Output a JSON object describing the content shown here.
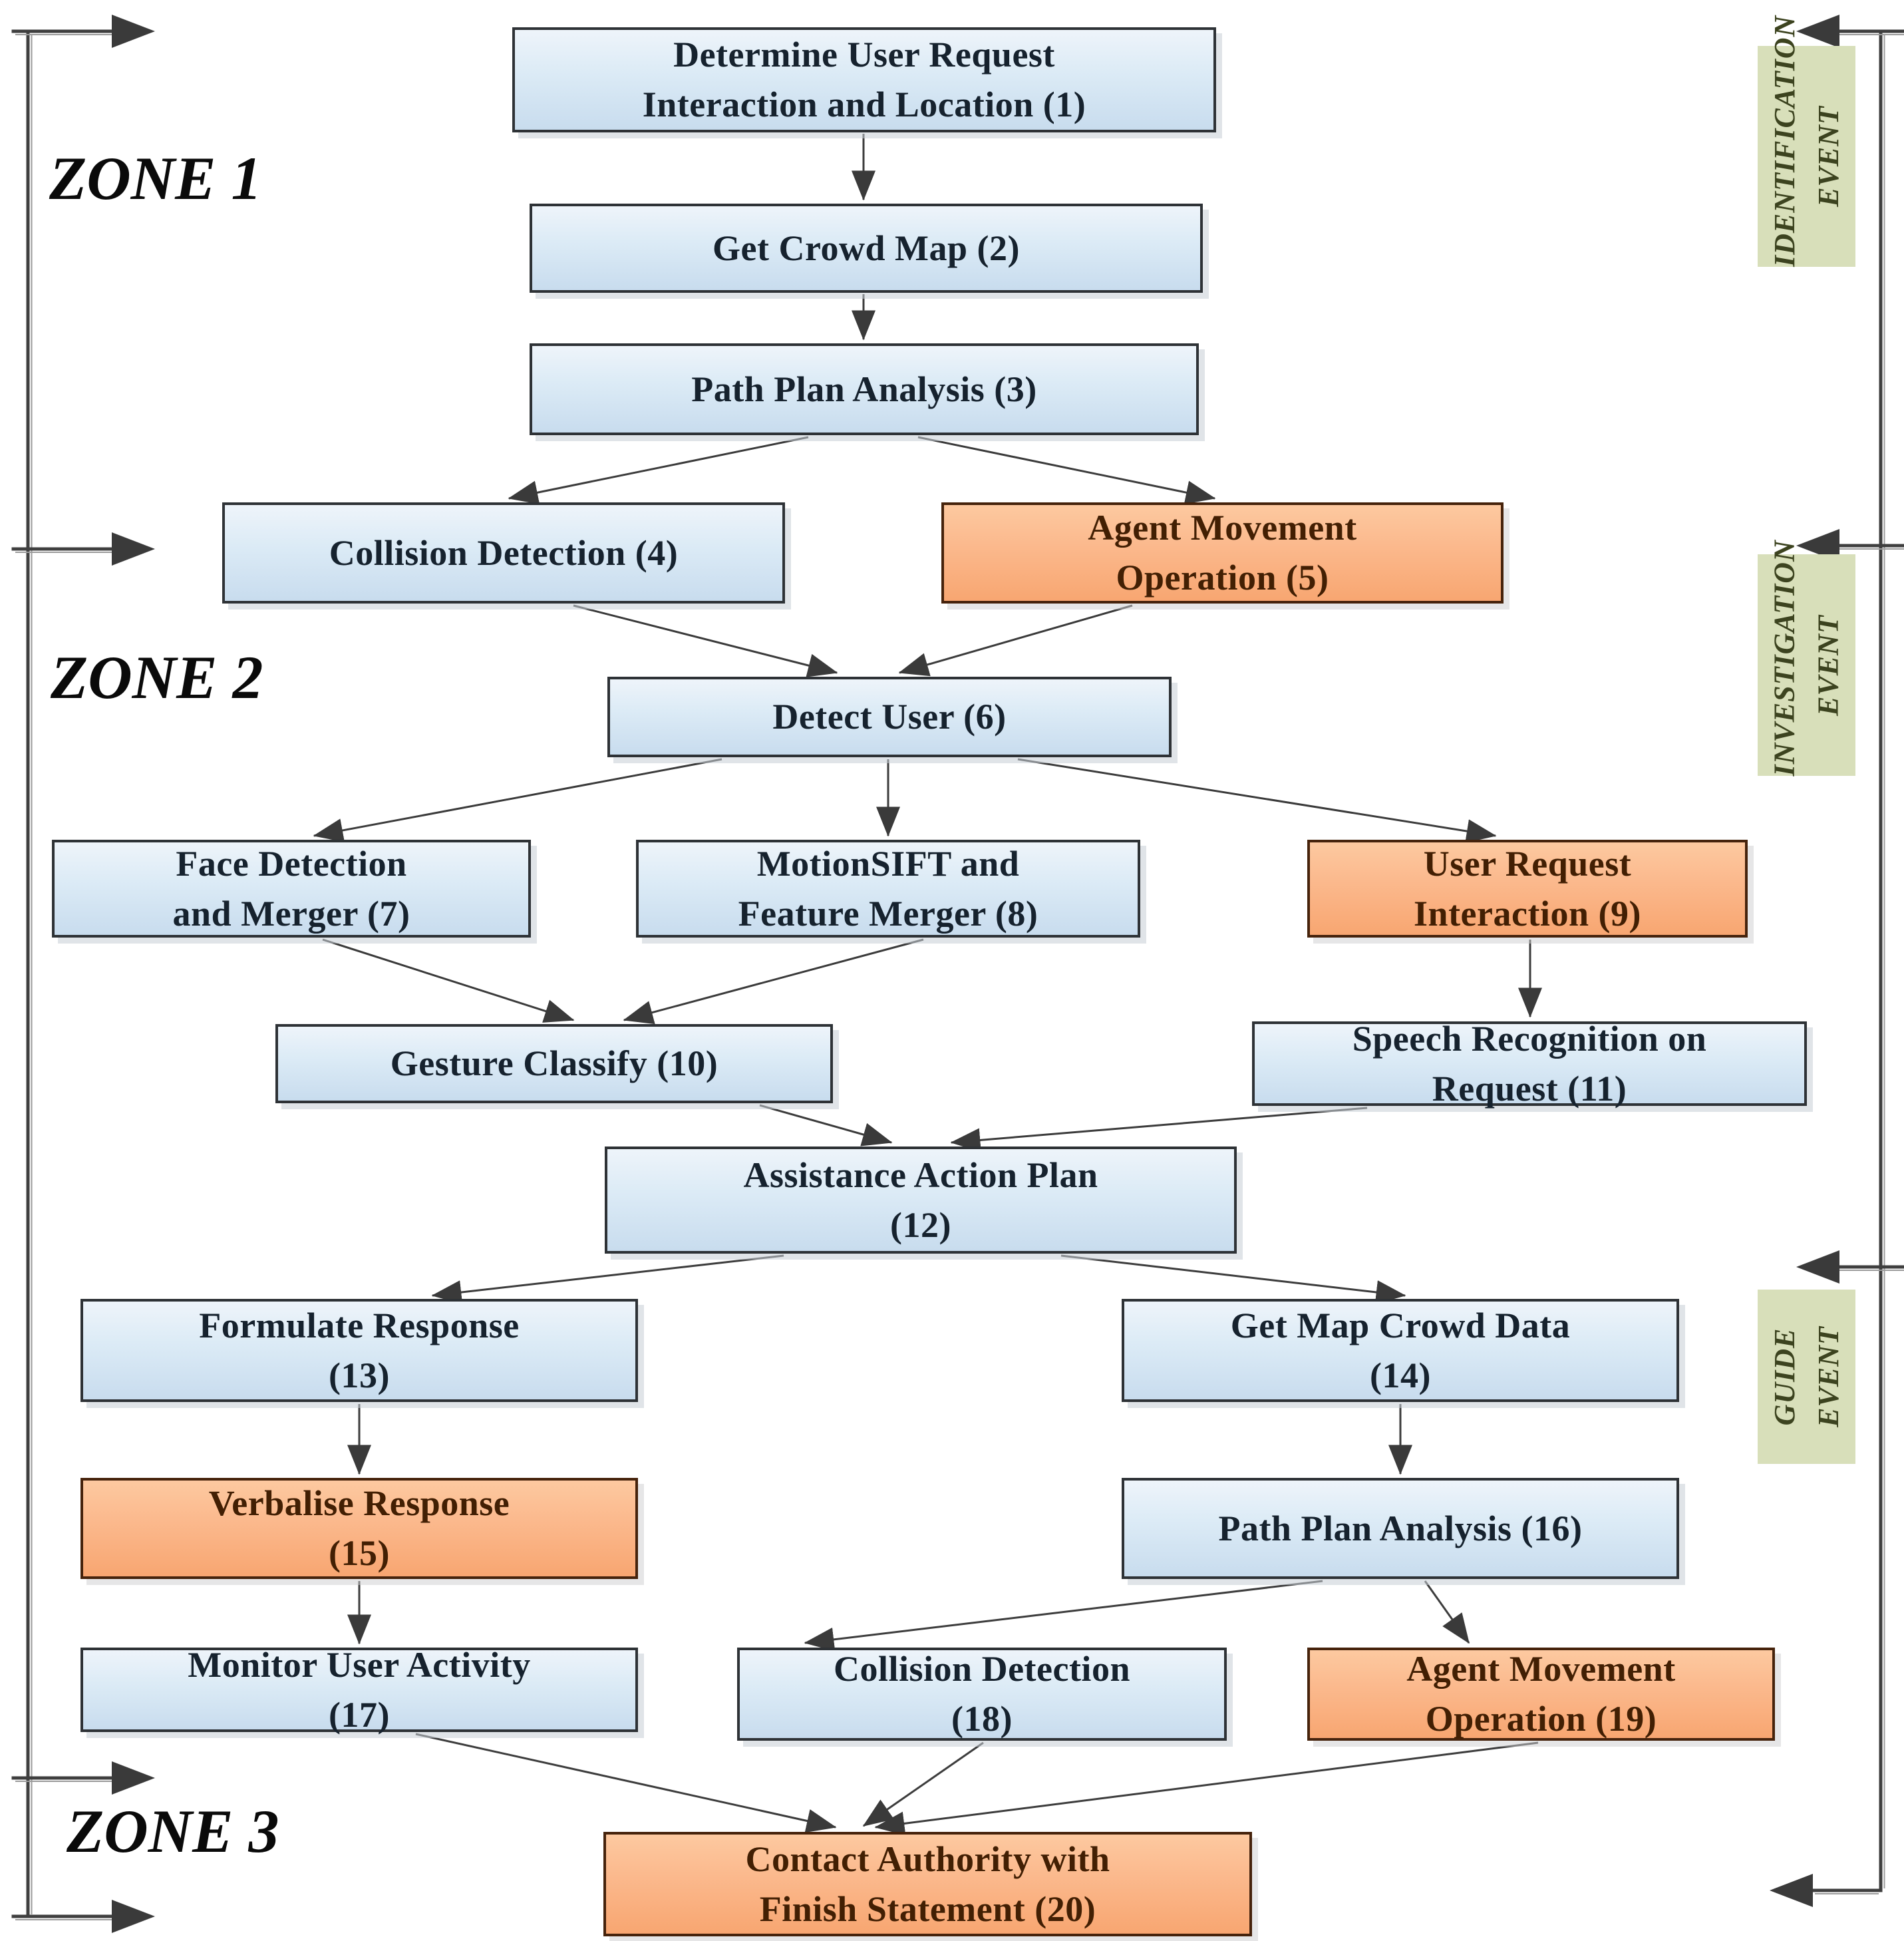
{
  "zones": [
    {
      "label": "ZONE 1"
    },
    {
      "label": "ZONE 2"
    },
    {
      "label": "ZONE 3"
    }
  ],
  "event_labels": [
    {
      "lines": [
        "IDENTIFICATION",
        "EVENT"
      ]
    },
    {
      "lines": [
        "INVESTIGATION",
        "EVENT"
      ]
    },
    {
      "lines": [
        "GUIDE",
        "EVENT"
      ]
    }
  ],
  "nodes": [
    {
      "id": 1,
      "type": "process",
      "lines": [
        "Determine User Request",
        "Interaction and Location (1)"
      ]
    },
    {
      "id": 2,
      "type": "process",
      "lines": [
        "Get Crowd Map (2)"
      ]
    },
    {
      "id": 3,
      "type": "process",
      "lines": [
        "Path Plan Analysis (3)"
      ]
    },
    {
      "id": 4,
      "type": "process",
      "lines": [
        "Collision Detection (4)"
      ]
    },
    {
      "id": 5,
      "type": "action",
      "lines": [
        "Agent Movement",
        "Operation (5)"
      ]
    },
    {
      "id": 6,
      "type": "process",
      "lines": [
        "Detect User (6)"
      ]
    },
    {
      "id": 7,
      "type": "process",
      "lines": [
        "Face Detection",
        "and Merger (7)"
      ]
    },
    {
      "id": 8,
      "type": "process",
      "lines": [
        "MotionSIFT and",
        "Feature Merger (8)"
      ]
    },
    {
      "id": 9,
      "type": "action",
      "lines": [
        "User Request",
        "Interaction (9)"
      ]
    },
    {
      "id": 10,
      "type": "process",
      "lines": [
        "Gesture Classify (10)"
      ]
    },
    {
      "id": 11,
      "type": "process",
      "lines": [
        "Speech Recognition on",
        "Request (11)"
      ]
    },
    {
      "id": 12,
      "type": "process",
      "lines": [
        "Assistance Action Plan",
        "(12)"
      ]
    },
    {
      "id": 13,
      "type": "process",
      "lines": [
        "Formulate Response",
        "(13)"
      ]
    },
    {
      "id": 14,
      "type": "process",
      "lines": [
        "Get Map Crowd Data",
        "(14)"
      ]
    },
    {
      "id": 15,
      "type": "action",
      "lines": [
        "Verbalise Response",
        "(15)"
      ]
    },
    {
      "id": 16,
      "type": "process",
      "lines": [
        "Path Plan Analysis (16)"
      ]
    },
    {
      "id": 17,
      "type": "process",
      "lines": [
        "Monitor User Activity",
        "(17)"
      ]
    },
    {
      "id": 18,
      "type": "process",
      "lines": [
        "Collision Detection",
        "(18)"
      ]
    },
    {
      "id": 19,
      "type": "action",
      "lines": [
        "Agent Movement",
        "Operation (19)"
      ]
    },
    {
      "id": 20,
      "type": "action",
      "lines": [
        "Contact Authority with",
        "Finish Statement (20)"
      ]
    }
  ],
  "edges": [
    {
      "from": 1,
      "to": 2
    },
    {
      "from": 2,
      "to": 3
    },
    {
      "from": 3,
      "to": 4
    },
    {
      "from": 3,
      "to": 5
    },
    {
      "from": 4,
      "to": 6
    },
    {
      "from": 5,
      "to": 6
    },
    {
      "from": 6,
      "to": 7
    },
    {
      "from": 6,
      "to": 8
    },
    {
      "from": 6,
      "to": 9
    },
    {
      "from": 7,
      "to": 10
    },
    {
      "from": 8,
      "to": 10
    },
    {
      "from": 9,
      "to": 11
    },
    {
      "from": 10,
      "to": 12
    },
    {
      "from": 11,
      "to": 12
    },
    {
      "from": 12,
      "to": 13
    },
    {
      "from": 12,
      "to": 14
    },
    {
      "from": 13,
      "to": 15
    },
    {
      "from": 14,
      "to": 16
    },
    {
      "from": 15,
      "to": 17
    },
    {
      "from": 16,
      "to": 18
    },
    {
      "from": 16,
      "to": 19
    },
    {
      "from": 17,
      "to": 20
    },
    {
      "from": 18,
      "to": 20
    },
    {
      "from": 19,
      "to": 20
    }
  ],
  "colors": {
    "process_fill": "#dcebf6",
    "process_border": "#2e3236",
    "process_text": "#16222e",
    "action_fill": "#fbb98d",
    "action_border": "#46230c",
    "action_text": "#421f03",
    "event_fill": "#d8dfba",
    "event_text": "#3c431f",
    "wire": "#3c3c3c",
    "background": "#ffffff"
  }
}
